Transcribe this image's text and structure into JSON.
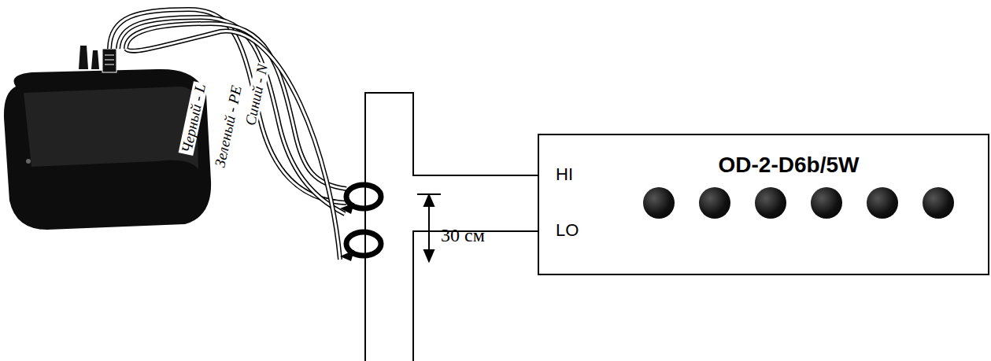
{
  "diagram": {
    "nodes": [
      {
        "text": [
          "OD-2-D6b/5W"
        ]
      }
    ],
    "labels": [
      "Черный - L",
      "Зеленый - PE",
      "Синий - N",
      "30 см",
      "HI",
      "LO"
    ]
  }
}
